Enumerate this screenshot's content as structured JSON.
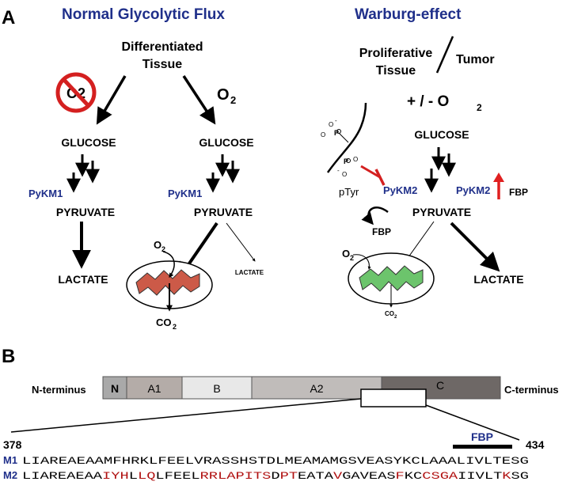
{
  "panel_a": {
    "label": "A",
    "left": {
      "title": "Normal Glycolytic Flux",
      "tissue_line1": "Differentiated",
      "tissue_line2": "Tissue",
      "no_oxygen": "O2",
      "oxygen": "O",
      "oxygen_sub": "2",
      "glucose_1": "GLUCOSE",
      "glucose_2": "GLUCOSE",
      "pykm1_1": "PyKM1",
      "pykm1_2": "PyKM1",
      "pyruvate_1": "PYRUVATE",
      "pyruvate_2": "PYRUVATE",
      "lactate_1": "LACTATE",
      "lactate_small": "LACTATE",
      "mito_o2": "O",
      "mito_o2_sub": "2",
      "co2": "CO",
      "co2_sub": "2"
    },
    "right": {
      "title": "Warburg-effect",
      "prolif_line1": "Proliferative",
      "prolif_line2": "Tissue",
      "tumor": "Tumor",
      "plusminus": "+ / -  O",
      "plusminus_sub": "2",
      "glucose": "GLUCOSE",
      "pykm2_1": "PyKM2",
      "pykm2_2": "PyKM2",
      "fbp_1": "FBP",
      "fbp_2": "FBP",
      "ptyr": "pTyr",
      "pyruvate": "PYRUVATE",
      "lactate": "LACTATE",
      "mito_o2": "O",
      "mito_o2_sub": "2",
      "co2": "CO",
      "co2_sub": "2"
    },
    "colors": {
      "title_blue": "#1f2f8a",
      "pk_blue": "#1f2f8a",
      "no_sign_red": "#d42020",
      "arrow_red": "#e02020",
      "mito_red": "#cc5a48",
      "mito_green": "#6cc46c"
    }
  },
  "panel_b": {
    "label": "B",
    "n_terminus": "N-terminus",
    "c_terminus": "C-terminus",
    "domains": [
      {
        "label": "N",
        "color": "#a9a9a9"
      },
      {
        "label": "A1",
        "color": "#b4aca8"
      },
      {
        "label": "B",
        "color": "#e8e8e8"
      },
      {
        "label": "A2",
        "color": "#c0bcba"
      },
      {
        "label": "C",
        "color": "#6e6866"
      }
    ],
    "start_pos": "378",
    "end_pos": "434",
    "fbp": "FBP",
    "m1_label": "M1",
    "m2_label": "M2",
    "m1_sequence": "LIAREAEAAMFHRKLFEELVRASSHSTDLMEAMAMGSVEASYKCLAAALIVLTESG",
    "m2_segments": [
      {
        "text": "LIAREAEAA",
        "diff": false
      },
      {
        "text": "IYH",
        "diff": true
      },
      {
        "text": "L",
        "diff": false
      },
      {
        "text": "LQ",
        "diff": true
      },
      {
        "text": "LFEEL",
        "diff": false
      },
      {
        "text": "RR",
        "diff": true
      },
      {
        "text": "LAPITS",
        "diff": true
      },
      {
        "text": "D",
        "diff": false
      },
      {
        "text": "PT",
        "diff": true
      },
      {
        "text": "EATA",
        "diff": false
      },
      {
        "text": "V",
        "diff": true
      },
      {
        "text": "GA",
        "diff": false
      },
      {
        "text": "VEAS",
        "diff": false
      },
      {
        "text": "F",
        "diff": true
      },
      {
        "text": "KC",
        "diff": false
      },
      {
        "text": "CSGA",
        "diff": true
      },
      {
        "text": "I",
        "diff": false
      },
      {
        "text": "IVLT",
        "diff": false
      },
      {
        "text": "K",
        "diff": true
      },
      {
        "text": "SG",
        "diff": false
      }
    ]
  }
}
